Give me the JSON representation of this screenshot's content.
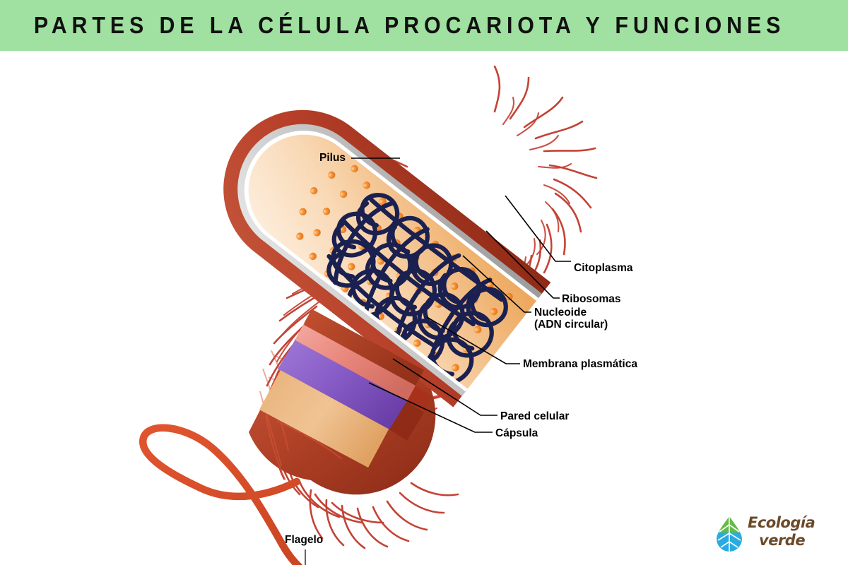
{
  "header": {
    "title": "PARTES DE LA CÉLULA PROCARIOTA Y FUNCIONES",
    "background_color": "#a0e0a0",
    "text_color": "#111111"
  },
  "diagram": {
    "subject": "prokaryotic-cell-bacterium",
    "colors": {
      "capsule": "#a8301a",
      "capsule_body": "#b84a2e",
      "cell_wall": "#e8857a",
      "cell_wall_ring": "#c9c9c9",
      "plasma_membrane": "#8b5fc9",
      "cytoplasm": "#f5c99a",
      "cytoplasm_light": "#fbe3c8",
      "ribosome": "#f08030",
      "nucleoid_dna": "#1a2050",
      "pili": "#c0392b",
      "flagellum": "#d1492a",
      "leader_line": "#000000"
    },
    "labels": [
      {
        "id": "pilus",
        "text": "Pilus"
      },
      {
        "id": "citoplasma",
        "text": "Citoplasma"
      },
      {
        "id": "ribosomas",
        "text": "Ribosomas"
      },
      {
        "id": "nucleoide",
        "line1": "Nucleoide",
        "line2": "(ADN circular)"
      },
      {
        "id": "membrana",
        "text": "Membrana plasmática"
      },
      {
        "id": "pared",
        "text": "Pared celular"
      },
      {
        "id": "capsula",
        "text": "Cápsula"
      },
      {
        "id": "flagelo",
        "text": "Flagelo"
      }
    ]
  },
  "logo": {
    "word1": "Ecología",
    "word2": "verde",
    "mark": "leaf-droplet",
    "mark_color_top": "#62bb46",
    "mark_color_bottom": "#29abe2",
    "text_color": "#6b4a2a"
  }
}
